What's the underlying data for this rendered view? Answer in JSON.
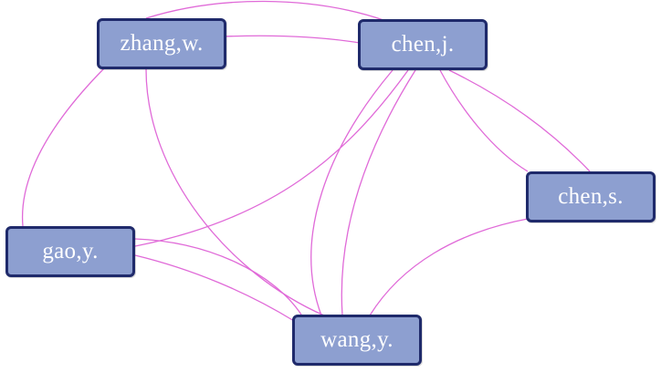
{
  "graph": {
    "node_fill": "#8d9fd0",
    "node_border": "#1f2a6b",
    "edge_color": "#e06ad8",
    "nodes": [
      {
        "id": "zhang",
        "label": "zhang,w."
      },
      {
        "id": "chen_j",
        "label": "chen,j."
      },
      {
        "id": "chen_s",
        "label": "chen,s."
      },
      {
        "id": "gao",
        "label": "gao,y."
      },
      {
        "id": "wang",
        "label": "wang,y."
      }
    ],
    "edges": [
      {
        "from": "zhang",
        "to": "chen_j"
      },
      {
        "from": "zhang",
        "to": "chen_j"
      },
      {
        "from": "zhang",
        "to": "gao"
      },
      {
        "from": "zhang",
        "to": "wang"
      },
      {
        "from": "chen_j",
        "to": "gao"
      },
      {
        "from": "chen_j",
        "to": "wang"
      },
      {
        "from": "chen_j",
        "to": "wang"
      },
      {
        "from": "chen_j",
        "to": "chen_s"
      },
      {
        "from": "chen_j",
        "to": "chen_s"
      },
      {
        "from": "chen_s",
        "to": "wang"
      },
      {
        "from": "gao",
        "to": "wang"
      },
      {
        "from": "gao",
        "to": "wang"
      }
    ]
  }
}
